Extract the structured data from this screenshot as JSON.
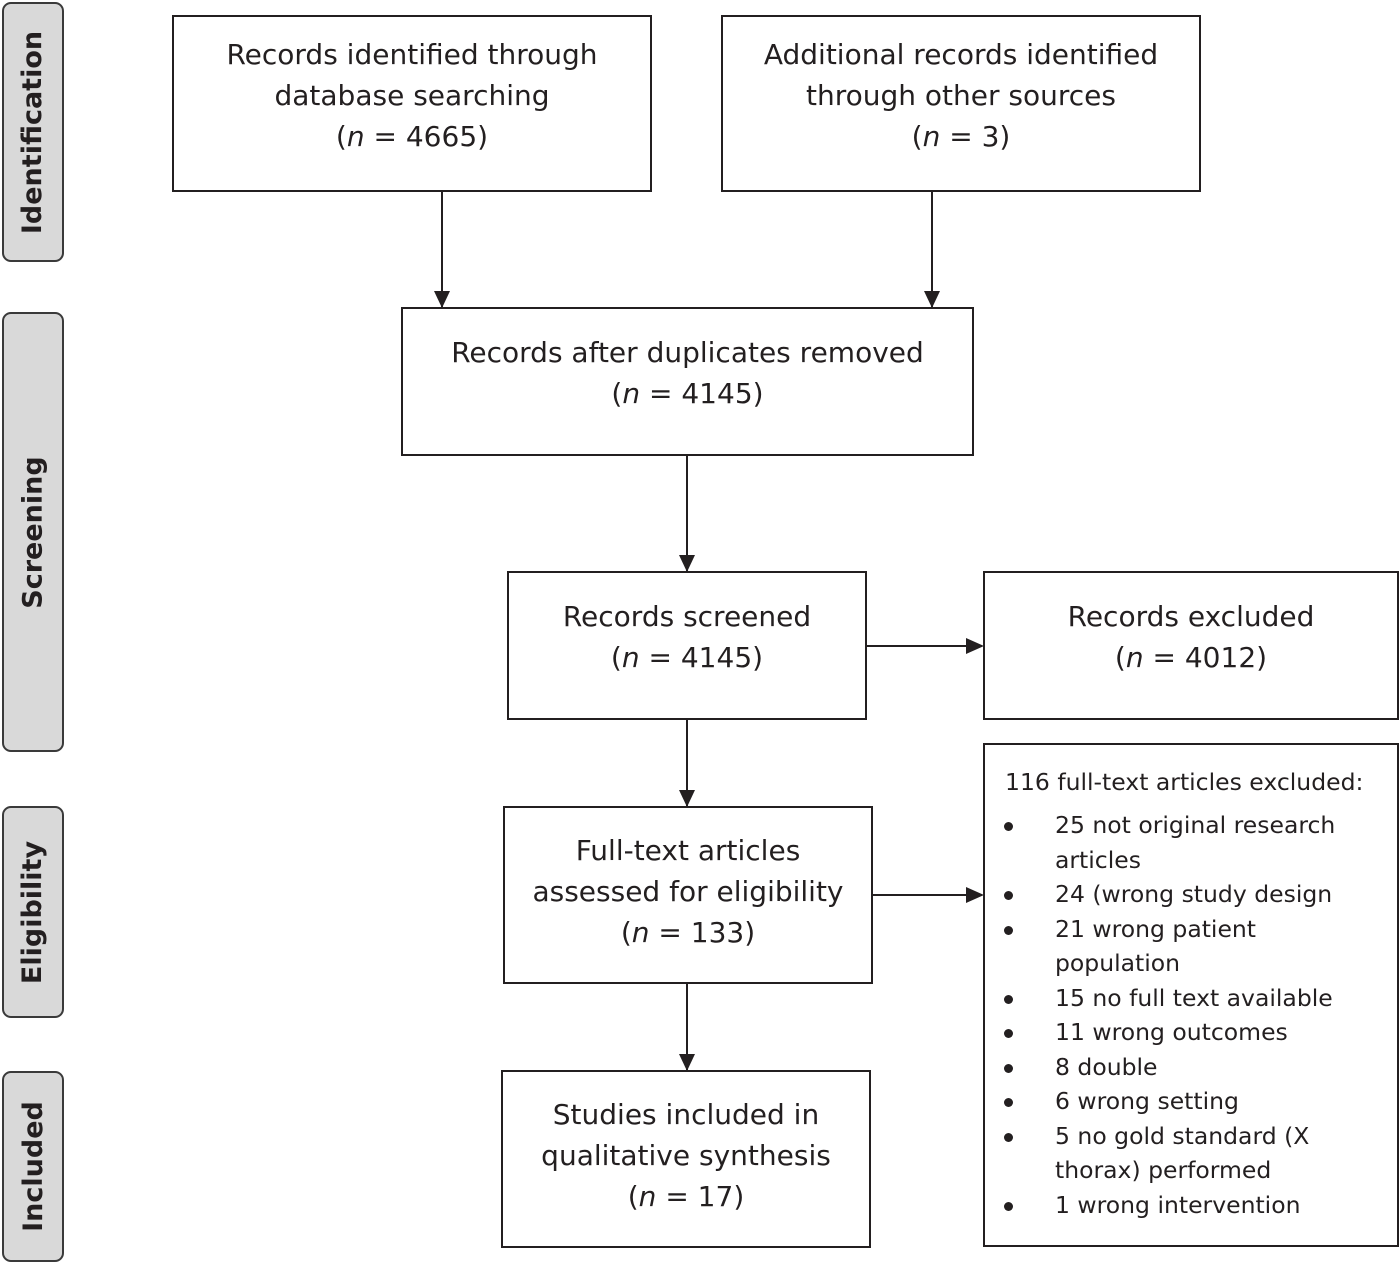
{
  "phases": {
    "identification": "Identification",
    "screening": "Screening",
    "eligibility": "Eligibility",
    "included": "Included"
  },
  "boxes": {
    "database": {
      "line1": "Records identified through",
      "line2": "database searching",
      "n_prefix": "(",
      "n_var": "n",
      "n_value": " = 4665)"
    },
    "other": {
      "line1": "Additional records identified",
      "line2": "through other sources",
      "n_prefix": "(",
      "n_var": "n",
      "n_value": " = 3)"
    },
    "deduplicated": {
      "line1": "Records after duplicates removed",
      "n_prefix": "(",
      "n_var": "n",
      "n_value": " = 4145)"
    },
    "screened": {
      "line1": "Records screened",
      "n_prefix": "(",
      "n_var": "n",
      "n_value": " = 4145)"
    },
    "excluded": {
      "line1": "Records excluded",
      "n_prefix": "(",
      "n_var": "n",
      "n_value": " = 4012)"
    },
    "fulltext": {
      "line1": "Full-text articles",
      "line2": "assessed for eligibility",
      "n_prefix": "(",
      "n_var": "n",
      "n_value": " = 133)"
    },
    "included": {
      "line1": "Studies included in",
      "line2": "qualitative synthesis",
      "n_prefix": "(",
      "n_var": "n",
      "n_value": " = 17)"
    }
  },
  "fulltext_exclusions": {
    "heading": "116 full-text articles excluded:",
    "items": [
      "25 not original research articles",
      "24 (wrong study design",
      "21 wrong patient population",
      "15 no full text available",
      "11 wrong outcomes",
      "8 double",
      "6 wrong setting",
      "5 no gold standard (X thorax) performed",
      "1 wrong intervention"
    ]
  }
}
